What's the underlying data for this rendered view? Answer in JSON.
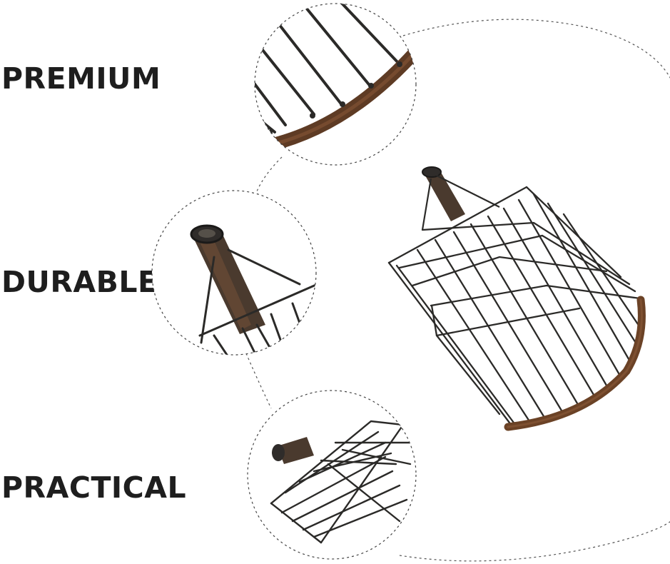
{
  "features": {
    "premium": "PREMIUM",
    "durable": "DURABLE",
    "practical": "PRACTICAL"
  },
  "colors": {
    "wire": "#2b2a28",
    "rust": "#6b4226",
    "handle": "#3d3a37",
    "text": "#1e1e1e",
    "dashed_line": "#555555"
  },
  "icons": {
    "main_product": "wire-scoop-rake-illustration",
    "detail_1": "rake-tines-closeup",
    "detail_2": "handle-socket-closeup",
    "detail_3": "basket-side-closeup"
  }
}
